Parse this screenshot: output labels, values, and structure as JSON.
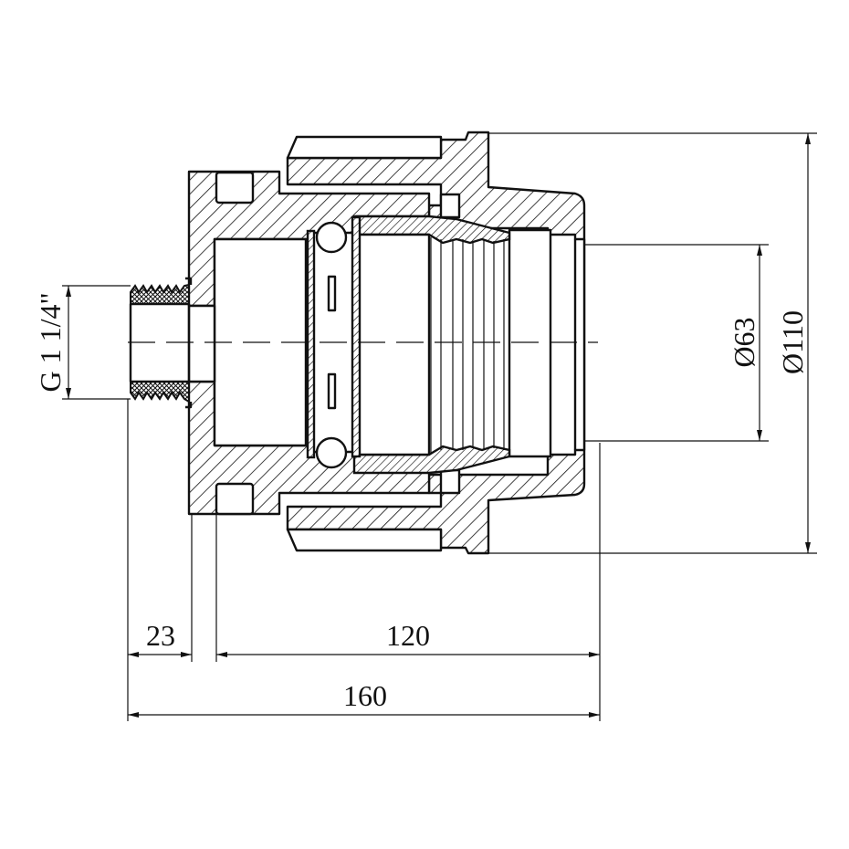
{
  "drawing": {
    "title": "Compression fitting adapter, male thread",
    "dimensions": {
      "thread": "G 1 1/4\"",
      "inner_diameter": "Ø63",
      "outer_diameter": "Ø110",
      "thread_length": "23",
      "body_length": "120",
      "total_length": "160"
    }
  }
}
